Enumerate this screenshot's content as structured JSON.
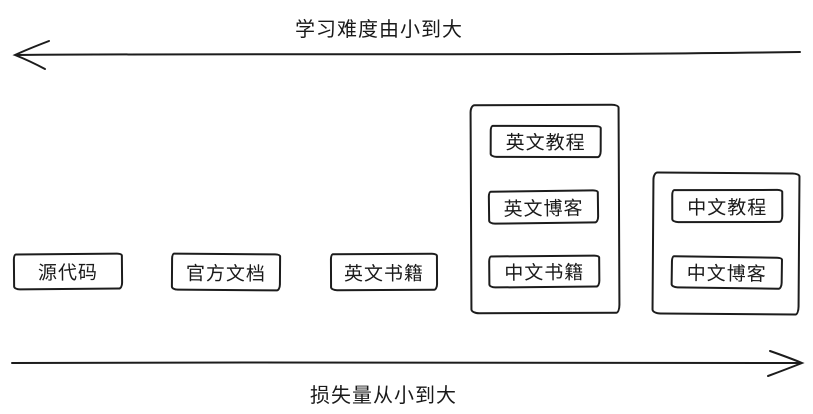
{
  "axes": {
    "difficulty": {
      "label": "学习难度由小到大",
      "direction": "left"
    },
    "loss": {
      "label": "损失量从小到大",
      "direction": "right"
    }
  },
  "boxes": {
    "standalone": [
      {
        "label": "源代码"
      },
      {
        "label": "官方文档"
      },
      {
        "label": "英文书籍"
      }
    ],
    "group1": {
      "items": [
        {
          "label": "英文教程"
        },
        {
          "label": "英文博客"
        },
        {
          "label": "中文书籍"
        }
      ]
    },
    "group2": {
      "items": [
        {
          "label": "中文教程"
        },
        {
          "label": "中文博客"
        }
      ]
    }
  },
  "colors": {
    "stroke": "#1c1c1c",
    "background": "#ffffff"
  }
}
